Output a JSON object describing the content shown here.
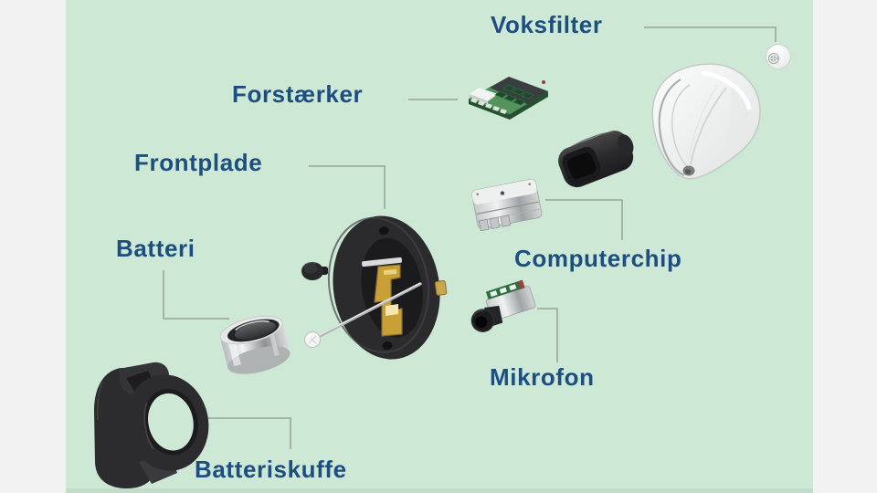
{
  "diagram": {
    "subject": "hearing-aid-exploded-view",
    "labels": [
      {
        "id": "voksfilter",
        "text": "Voksfilter"
      },
      {
        "id": "forstaerker",
        "text": "Forstærker"
      },
      {
        "id": "frontplade",
        "text": "Frontplade"
      },
      {
        "id": "batteri",
        "text": "Batteri"
      },
      {
        "id": "computerchip",
        "text": "Computerchip"
      },
      {
        "id": "mikrofon",
        "text": "Mikrofon"
      },
      {
        "id": "batteriskuffe",
        "text": "Batteriskuffe"
      }
    ],
    "colors": {
      "panel_background": "#cde8d5",
      "margin_background": "#f1f2f1",
      "label_text": "#1d4e82",
      "connector_line": "#9aa49e"
    }
  }
}
